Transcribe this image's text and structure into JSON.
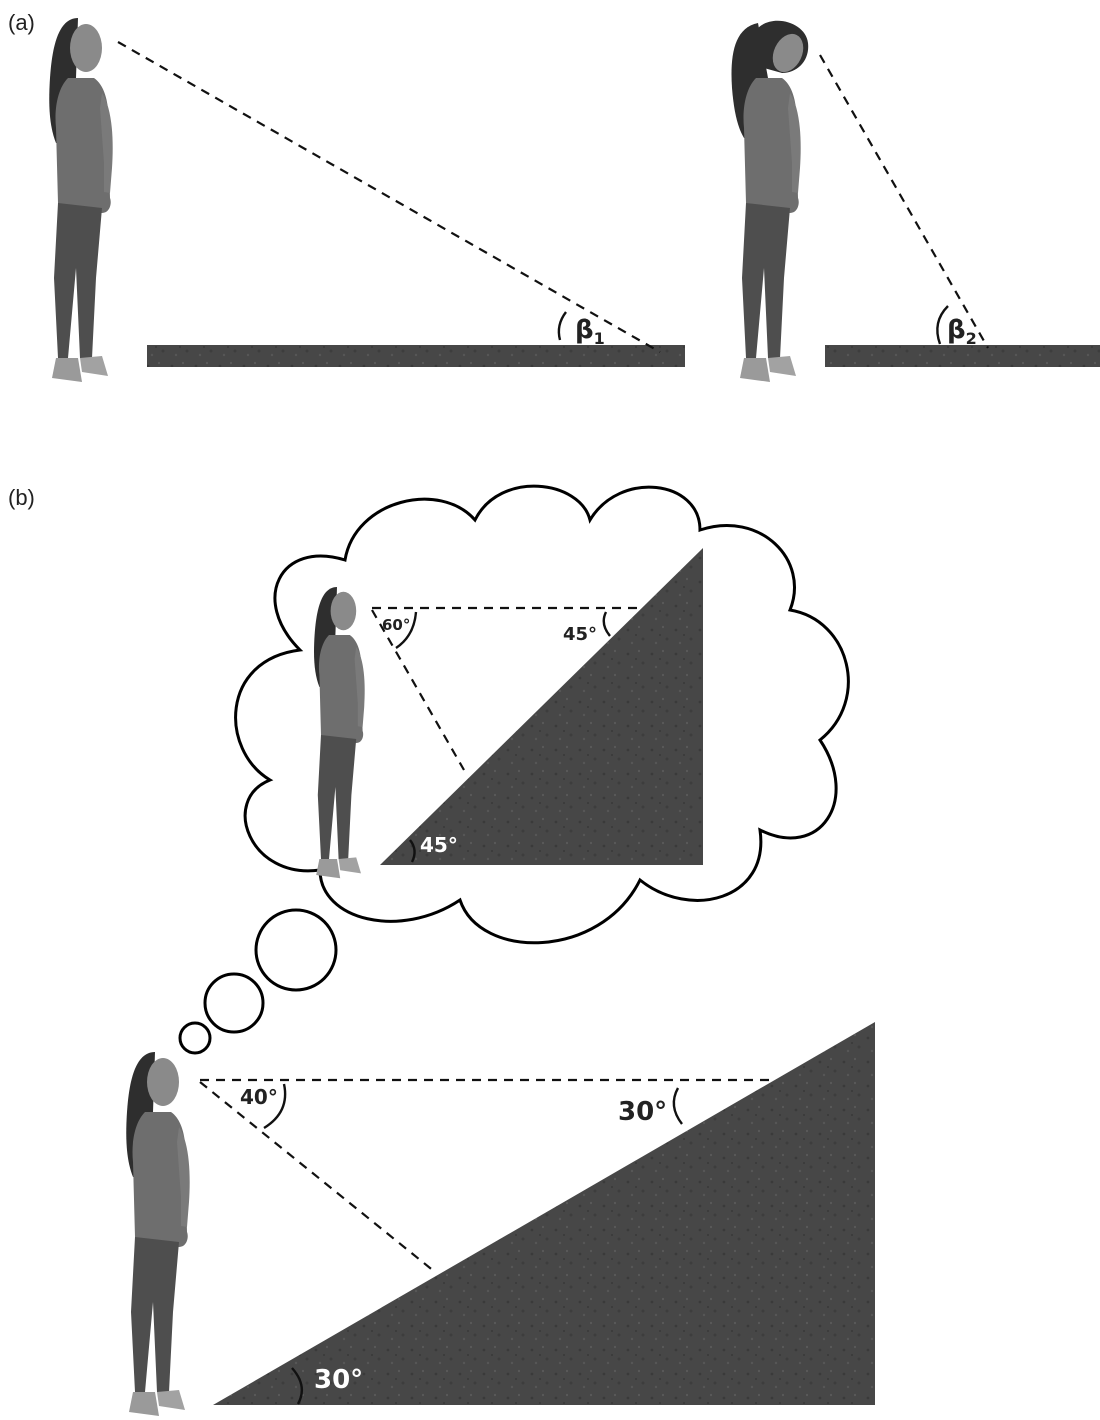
{
  "panel_a": {
    "label": "(a)",
    "angle_1_symbol": "β",
    "angle_1_sub": "1",
    "angle_2_symbol": "β",
    "angle_2_sub": "2"
  },
  "panel_b": {
    "label": "(b)",
    "thought": {
      "gaze_angle": "60°",
      "far_angle": "45°",
      "slope_angle": "45°"
    },
    "actual": {
      "gaze_angle": "40°",
      "far_angle": "30°",
      "slope_angle": "30°"
    }
  },
  "colors": {
    "ground": "#4a4a4a",
    "ground_dark": "#333333",
    "figure": "#6b6b6b",
    "hair": "#2e2e2e",
    "line": "#111111"
  }
}
